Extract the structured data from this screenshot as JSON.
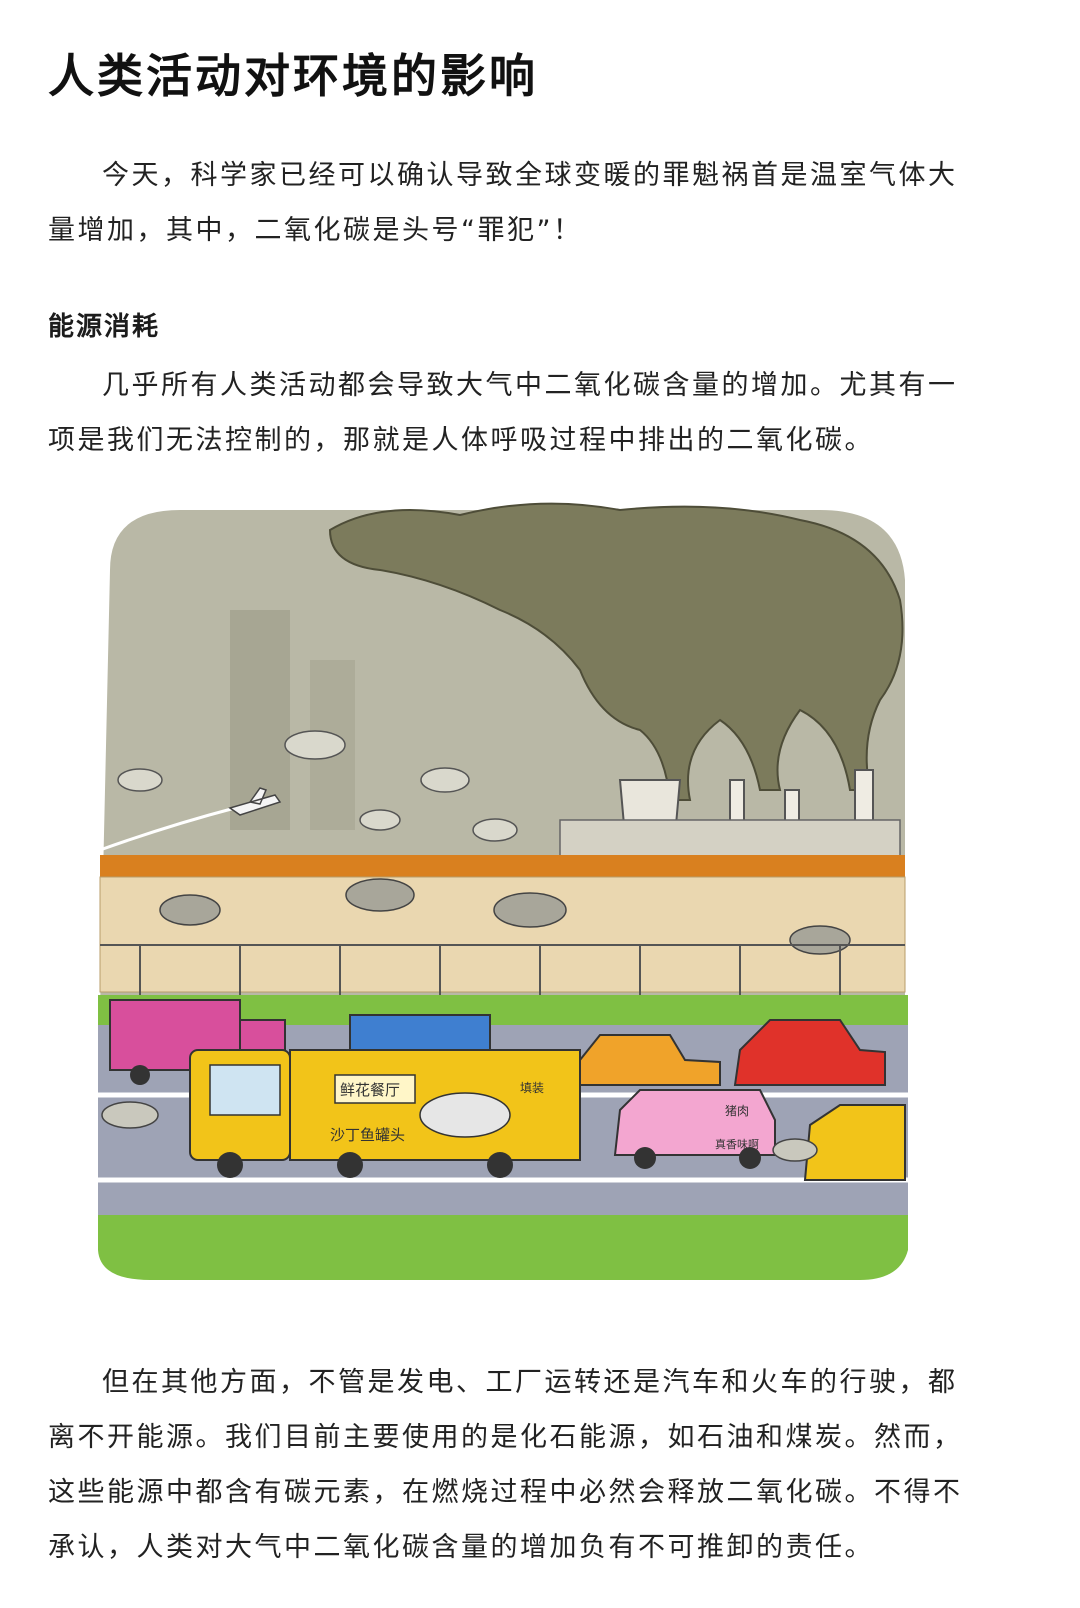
{
  "title": "人类活动对环境的影响",
  "intro": "今天，科学家已经可以确认导致全球变暖的罪魁祸首是温室气体大量增加，其中，二氧化碳是头号“罪犯”！",
  "section": {
    "heading": "能源消耗",
    "paragraph1": "几乎所有人类活动都会导致大气中二氧化碳含量的增加。尤其有一项是我们无法控制的，那就是人体呼吸过程中排出的二氧化碳。",
    "paragraph2": "但在其他方面，不管是发电、工厂运转还是汽车和火车的行驶，都离不开能源。我们目前主要使用的是化石能源，如石油和煤炭。然而，这些能源中都含有碳元素，在燃烧过程中必然会释放二氧化碳。不得不承认，人类对大气中二氧化碳含量的增加负有不可推卸的责任。"
  },
  "illustration": {
    "truck_sign": "鲜花餐厅",
    "truck_label": "沙丁鱼罐头",
    "truck_badge": "填装",
    "pink_car_sign": "猪肉",
    "pink_car_label": "真香味啊",
    "colors": {
      "smog": "#7c7b5c",
      "sky": "#b9b8a6",
      "grass": "#7fc043",
      "road": "#9ea3b5",
      "truck": "#f2c419",
      "wall": "#ead7b0",
      "wall_top": "#d9801f"
    }
  }
}
